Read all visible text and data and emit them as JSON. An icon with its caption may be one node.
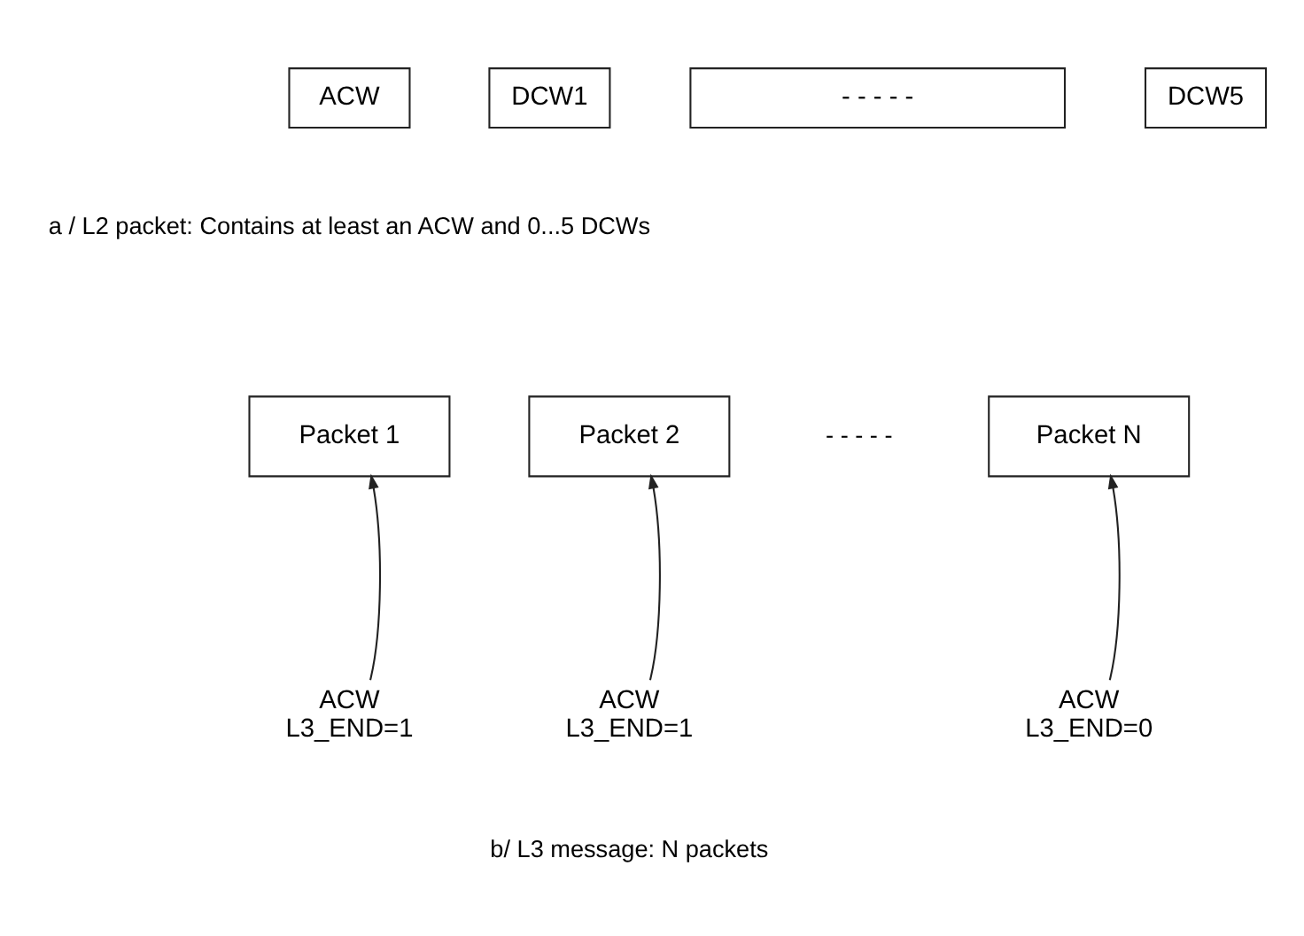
{
  "diagram": {
    "nodes": [
      {
        "text": [
          "ACW"
        ]
      },
      {
        "text": [
          "DCW1"
        ]
      },
      {
        "text": [
          "- - - - -"
        ]
      },
      {
        "text": [
          "DCW5"
        ]
      },
      {
        "text": [
          "Packet 1"
        ]
      },
      {
        "text": [
          "Packet 2"
        ]
      },
      {
        "text": [
          "Packet N"
        ]
      },
      {
        "text": [
          "ACW",
          "L3_END=1"
        ]
      },
      {
        "text": [
          "ACW",
          "L3_END=1"
        ]
      },
      {
        "text": [
          "ACW",
          "L3_END=0"
        ]
      }
    ],
    "edges": [
      {
        "from": 7,
        "to": 4,
        "arrow": "to"
      },
      {
        "from": 8,
        "to": 5,
        "arrow": "to"
      },
      {
        "from": 9,
        "to": 6,
        "arrow": "to"
      }
    ],
    "labels": [
      "a / L2 packet: Contains at least an ACW and 0...5 DCWs",
      "- - - - -",
      "b/ L3 message: N packets"
    ]
  }
}
